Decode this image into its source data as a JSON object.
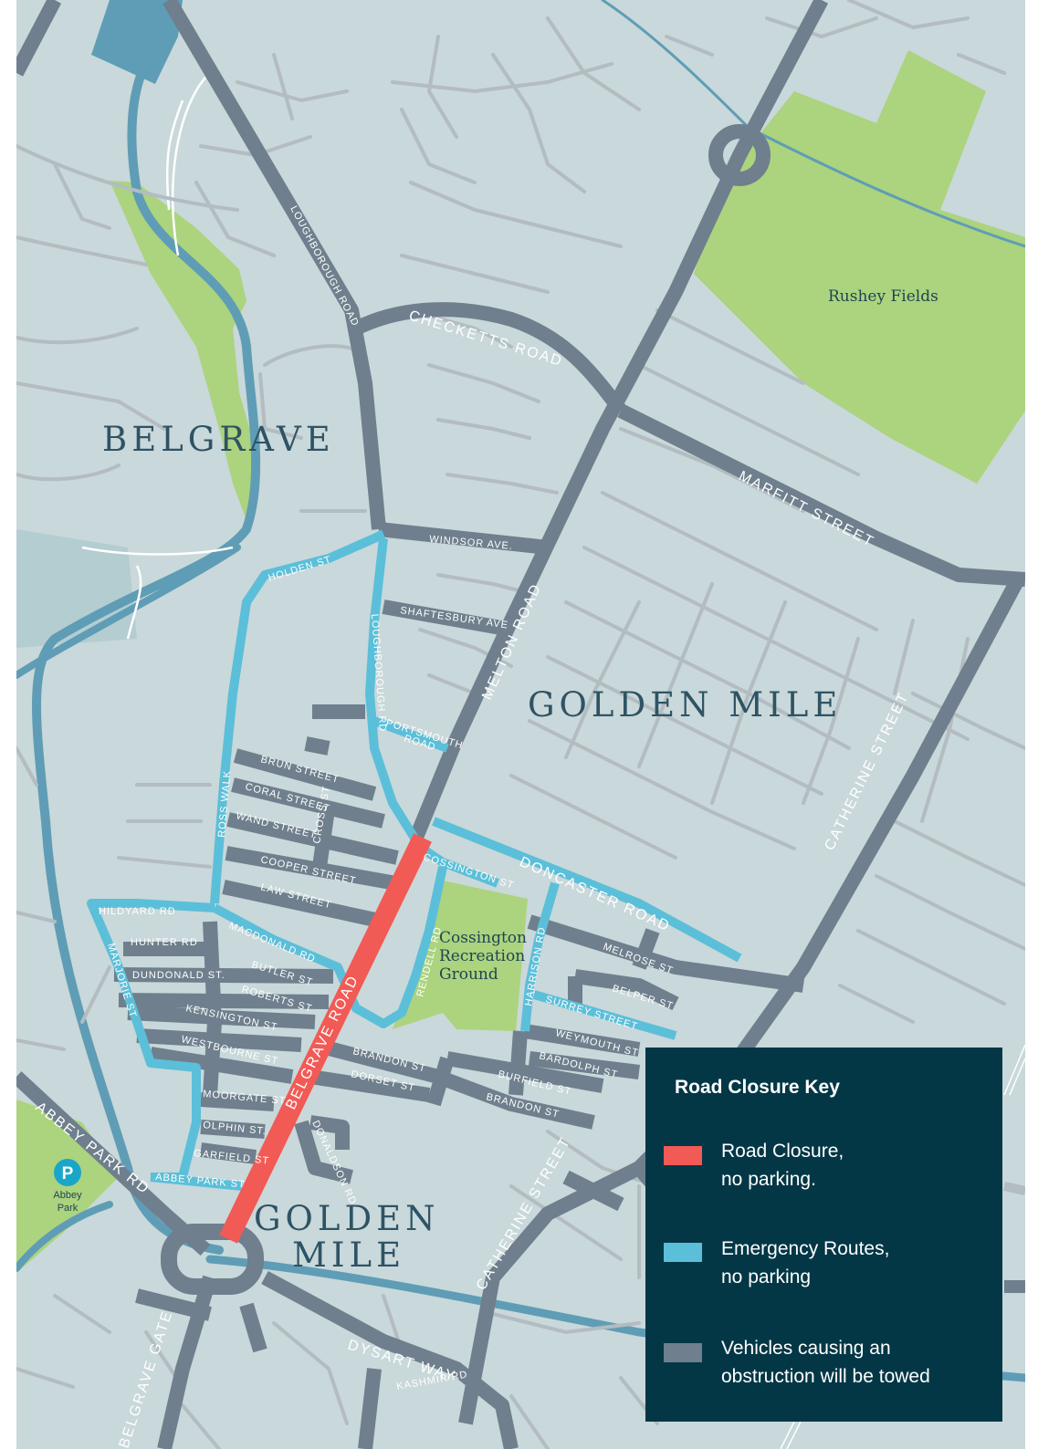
{
  "areas": {
    "belgrave": "BELGRAVE",
    "golden_mile_north": "GOLDEN MILE",
    "golden_mile_south_line1": "GOLDEN",
    "golden_mile_south_line2": "MILE"
  },
  "places": {
    "rushey_fields": "Rushey Fields",
    "cossington_line1": "Cossington",
    "cossington_line2": "Recreation",
    "cossington_line3": "Ground",
    "abbey_park_line1": "Abbey",
    "abbey_park_line2": "Park",
    "parking_symbol": "P"
  },
  "roads": {
    "loughborough_road": "LOUGHBOROUGH ROAD",
    "checketts_road": "CHECKETTS ROAD",
    "marfitt_street": "MARFITT STREET",
    "melton_road": "MELTON ROAD",
    "windsor_ave": "WINDSOR AVE.",
    "shaftesbury_ave": "SHAFTESBURY AVE",
    "holden_st": "HOLDEN ST",
    "loughborough_rd": "LOUGHBOROUGH RD",
    "portsmouth_road_line1": "PORTSMOUTH",
    "portsmouth_road_line2": "ROAD",
    "ross_walk": "ROSS WALK",
    "brun_street": "BRUN STREET",
    "coral_street": "CORAL STREET",
    "wand_street": "WAND STREET",
    "cross_st": "CROSS ST",
    "cooper_street": "COOPER STREET",
    "law_street": "LAW STREET",
    "catherine_street_north": "CATHERINE STREET",
    "cossington_st": "COSSINGTON ST",
    "doncaster_road": "DONCASTER ROAD",
    "hildyard_rd": "HILDYARD RD",
    "macdonald_rd": "MACDONALD RD",
    "hunter_rd": "HUNTER RD",
    "marjorie_st": "MARJORIE ST",
    "dundonald_st": "DUNDONALD ST.",
    "butler_st": "BUTLER ST",
    "roberts_st": "ROBERTS ST",
    "kensington_st": "KENSINGTON ST",
    "westbourne_st": "WESTBOURNE ST",
    "rendell_rd": "RENDELL RD",
    "harrison_rd": "HARRISON RD",
    "melrose_st": "MELROSE ST",
    "belper_st": "BELPER ST",
    "surrey_street": "SURREY STREET",
    "weymouth_st": "WEYMOUTH ST",
    "bardolph_st": "BARDOLPH ST",
    "belgrave_road": "BELGRAVE ROAD",
    "brandon_st_upper": "BRANDON ST",
    "dorset_st": "DORSET ST",
    "burfield_st": "BURFIELD ST",
    "brandon_st_lower": "BRANDON ST",
    "moorgate_st": "MOORGATE ST.",
    "olphin_st": "OLPHIN ST.",
    "garfield_st": "GARFIELD ST",
    "donaldson_rd": "DONALDSON RD",
    "abbey_park_st": "ABBEY PARK ST",
    "abbey_park_rd": "ABBEY PARK RD",
    "catherine_street_south": "CATHERINE STREET",
    "belgrave_gate": "BELGRAVE GATE",
    "dysart_way": "DYSART WAY",
    "kashmir_rd": "KASHMIR RD"
  },
  "key": {
    "title": "Road Closure Key",
    "items": [
      {
        "line1": "Road Closure,",
        "line2": "no parking.",
        "color": "#f25a55"
      },
      {
        "line1": "Emergency Routes,",
        "line2": "no parking",
        "color": "#5bbfd9"
      },
      {
        "line1": "Vehicles causing an",
        "line2": "obstruction will be towed",
        "color": "#6f7f8d"
      }
    ]
  },
  "colors": {
    "background": "#c9d8da",
    "minor_road": "#b3bcc1",
    "main_road": "#6f7f8d",
    "emergency_route": "#5bbfd9",
    "closure": "#f25a55",
    "park": "#acd37e",
    "river": "#5f9db6",
    "key_panel": "#033746"
  }
}
